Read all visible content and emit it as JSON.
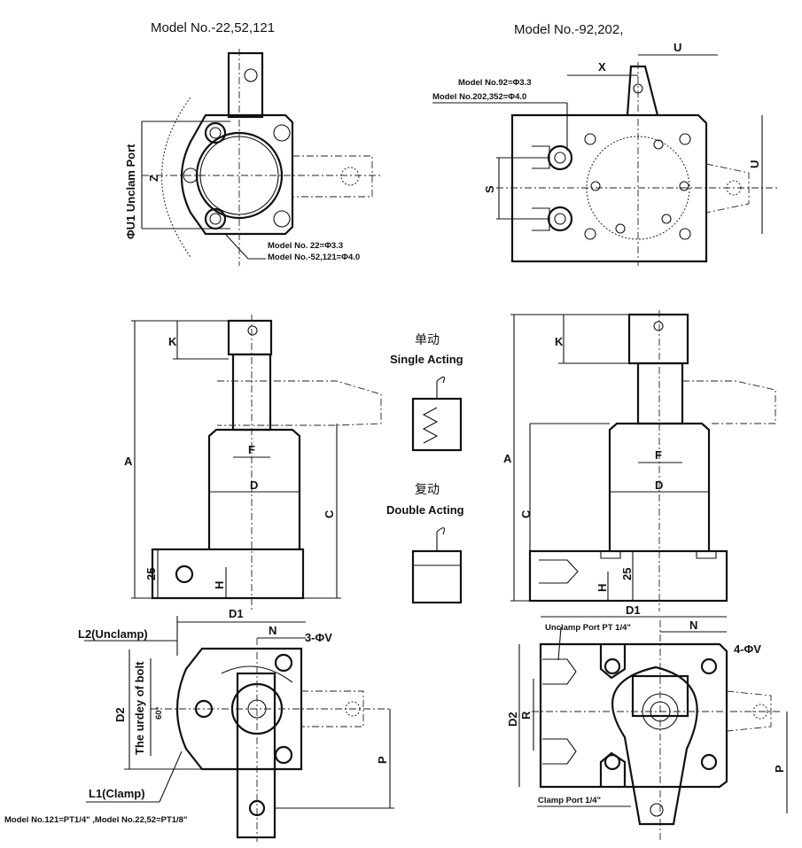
{
  "titles": {
    "left": "Model No.-22,52,121",
    "right": "Model No.-92,202,"
  },
  "top_left": {
    "port_label": "ΦU1 Unclam Port",
    "z": "Z",
    "note1": "Model No.  22=Φ3.3",
    "note2": "Model No.-52,121=Φ4.0"
  },
  "top_right": {
    "note1": "Model No.92=Φ3.3",
    "note2": "Model No.202,352=Φ4.0",
    "x": "X",
    "u_top": "U",
    "u_right": "U",
    "s": "S"
  },
  "mid_left": {
    "k": "K",
    "a": "A",
    "f": "F",
    "d": "D",
    "c": "C",
    "h25": "25",
    "h": "H"
  },
  "mid_right": {
    "k": "K",
    "a": "A",
    "f": "F",
    "d": "D",
    "c": "C",
    "h25": "25",
    "h": "H"
  },
  "legend": {
    "single_cn": "单动",
    "single_en": "Single Acting",
    "double_cn": "复动",
    "double_en": "Double Acting"
  },
  "bottom_left": {
    "d1": "D1",
    "n": "N",
    "holes": "3-ΦV",
    "l2": "L2(Unclamp)",
    "d2": "D2",
    "bolt": "The urdey of bolt",
    "angle": "60°",
    "l1": "L1(Clamp)",
    "p": "P",
    "note": "Model No.121=PT1/4\" ,Model No.22,52=PT1/8\""
  },
  "bottom_right": {
    "d1": "D1",
    "unclamp": "Unclamp Port PT 1/4\"",
    "n": "N",
    "holes": "4-ΦV",
    "d2": "D2",
    "r": "R",
    "p": "P",
    "clamp": "Clamp Port 1/4\""
  }
}
